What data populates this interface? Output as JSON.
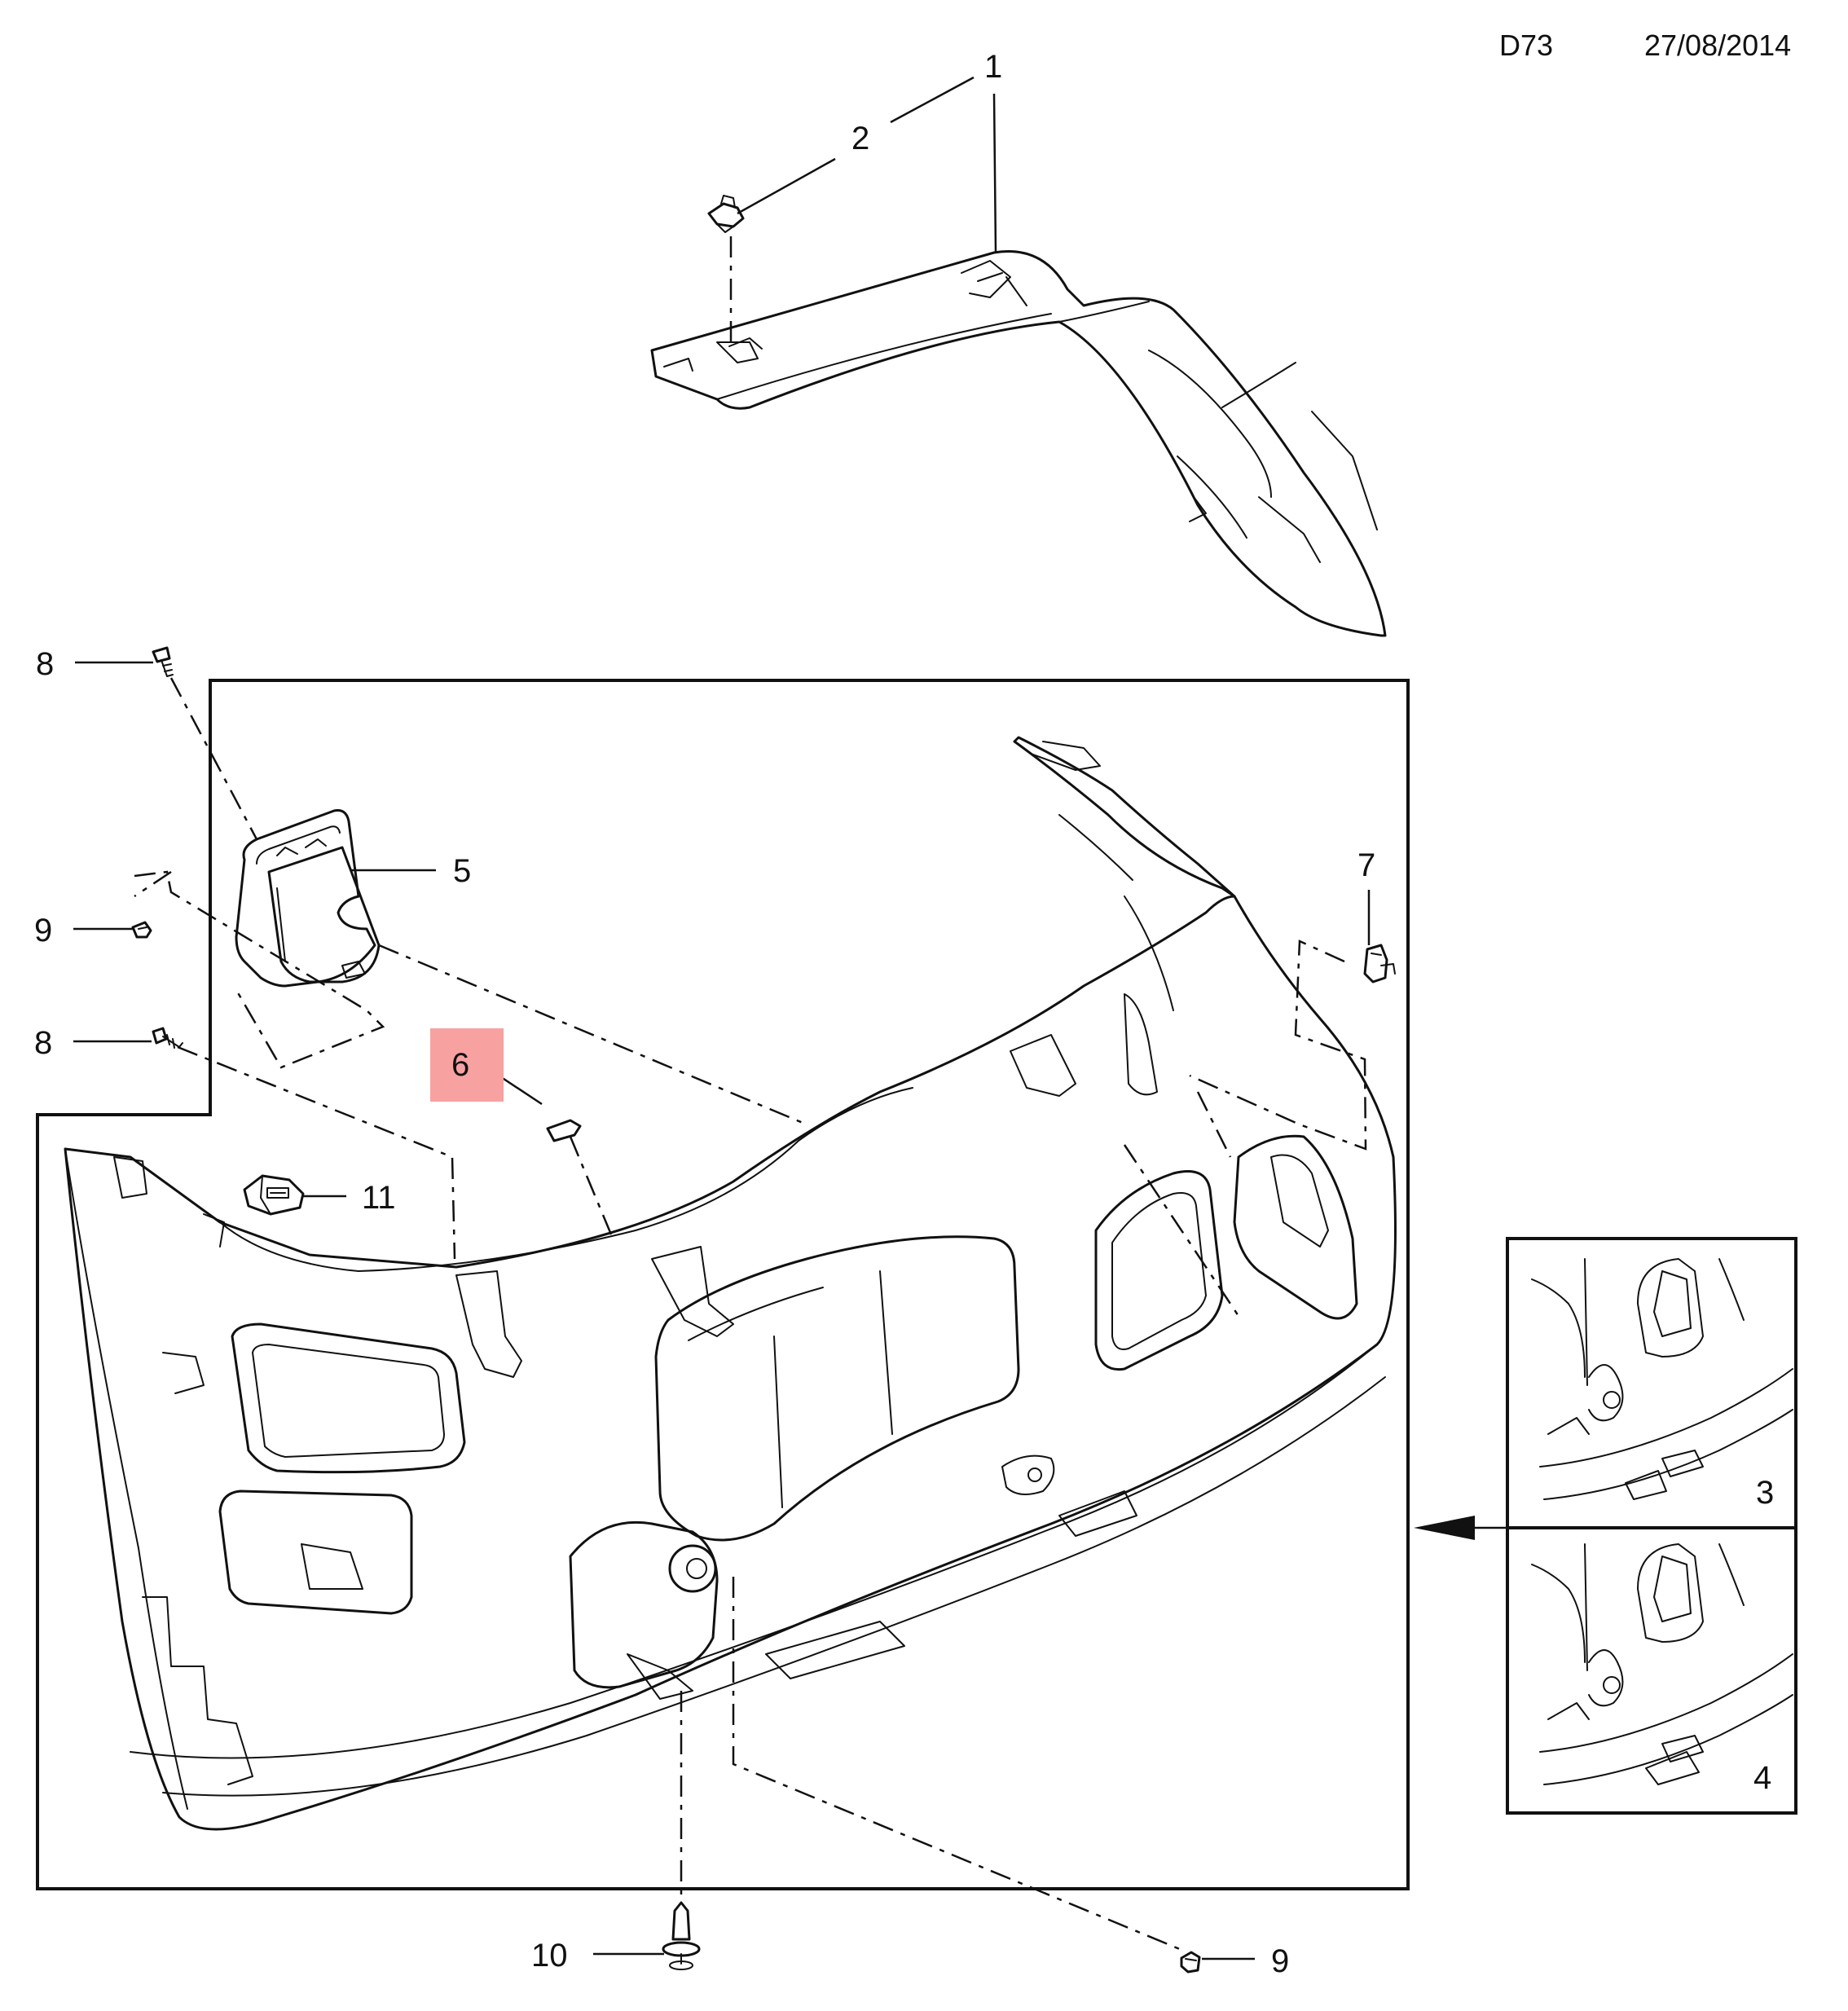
{
  "header": {
    "code": "D73",
    "date": "27/08/2014"
  },
  "callouts": [
    {
      "id": "callout-1",
      "text": "1",
      "highlight": false
    },
    {
      "id": "callout-2",
      "text": "2",
      "highlight": false
    },
    {
      "id": "callout-3",
      "text": "3",
      "highlight": false
    },
    {
      "id": "callout-4",
      "text": "4",
      "highlight": false
    },
    {
      "id": "callout-5",
      "text": "5",
      "highlight": false
    },
    {
      "id": "callout-6",
      "text": "6",
      "highlight": true
    },
    {
      "id": "callout-7",
      "text": "7",
      "highlight": false
    },
    {
      "id": "callout-8-top",
      "text": "8",
      "highlight": false
    },
    {
      "id": "callout-8-mid",
      "text": "8",
      "highlight": false
    },
    {
      "id": "callout-9-left",
      "text": "9",
      "highlight": false
    },
    {
      "id": "callout-9-bottom",
      "text": "9",
      "highlight": false
    },
    {
      "id": "callout-10",
      "text": "10",
      "highlight": false
    },
    {
      "id": "callout-11",
      "text": "11",
      "highlight": false
    }
  ],
  "colors": {
    "highlight": "#f7a1a1",
    "line": "#111111",
    "background": "#ffffff"
  }
}
